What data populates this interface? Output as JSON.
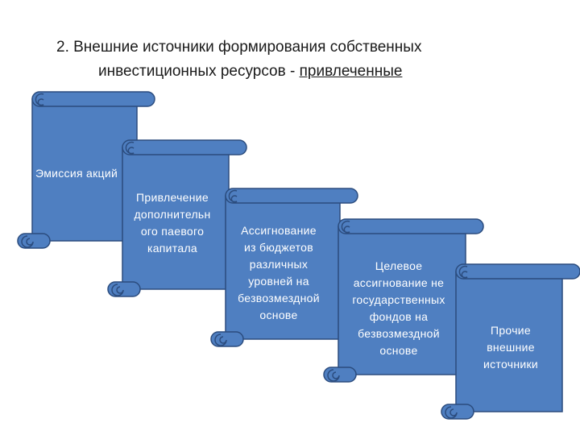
{
  "title": {
    "line1": "2. Внешние источники формирования собственных",
    "line2_prefix": "инвестиционных ресурсов - ",
    "line2_underlined": "привлеченные"
  },
  "scrolls": [
    {
      "lines": [
        "Эмиссия акций"
      ]
    },
    {
      "lines": [
        "Привлечение",
        "дополнительн",
        "ого паевого",
        "капитала"
      ]
    },
    {
      "lines": [
        "Ассигнование",
        "из бюджетов",
        "различных",
        "уровней на",
        "безвозмездной",
        "основе"
      ]
    },
    {
      "lines": [
        "Целевое",
        "ассигнование не",
        "государственных",
        "фондов на",
        "безвозмездной",
        "основе"
      ]
    },
    {
      "lines": [
        "Прочие",
        "внешние",
        "источники"
      ]
    }
  ],
  "colors": {
    "scroll_fill": "#4f7fc1",
    "scroll_stroke": "#2b4c7e",
    "scroll_text": "#ffffff"
  }
}
